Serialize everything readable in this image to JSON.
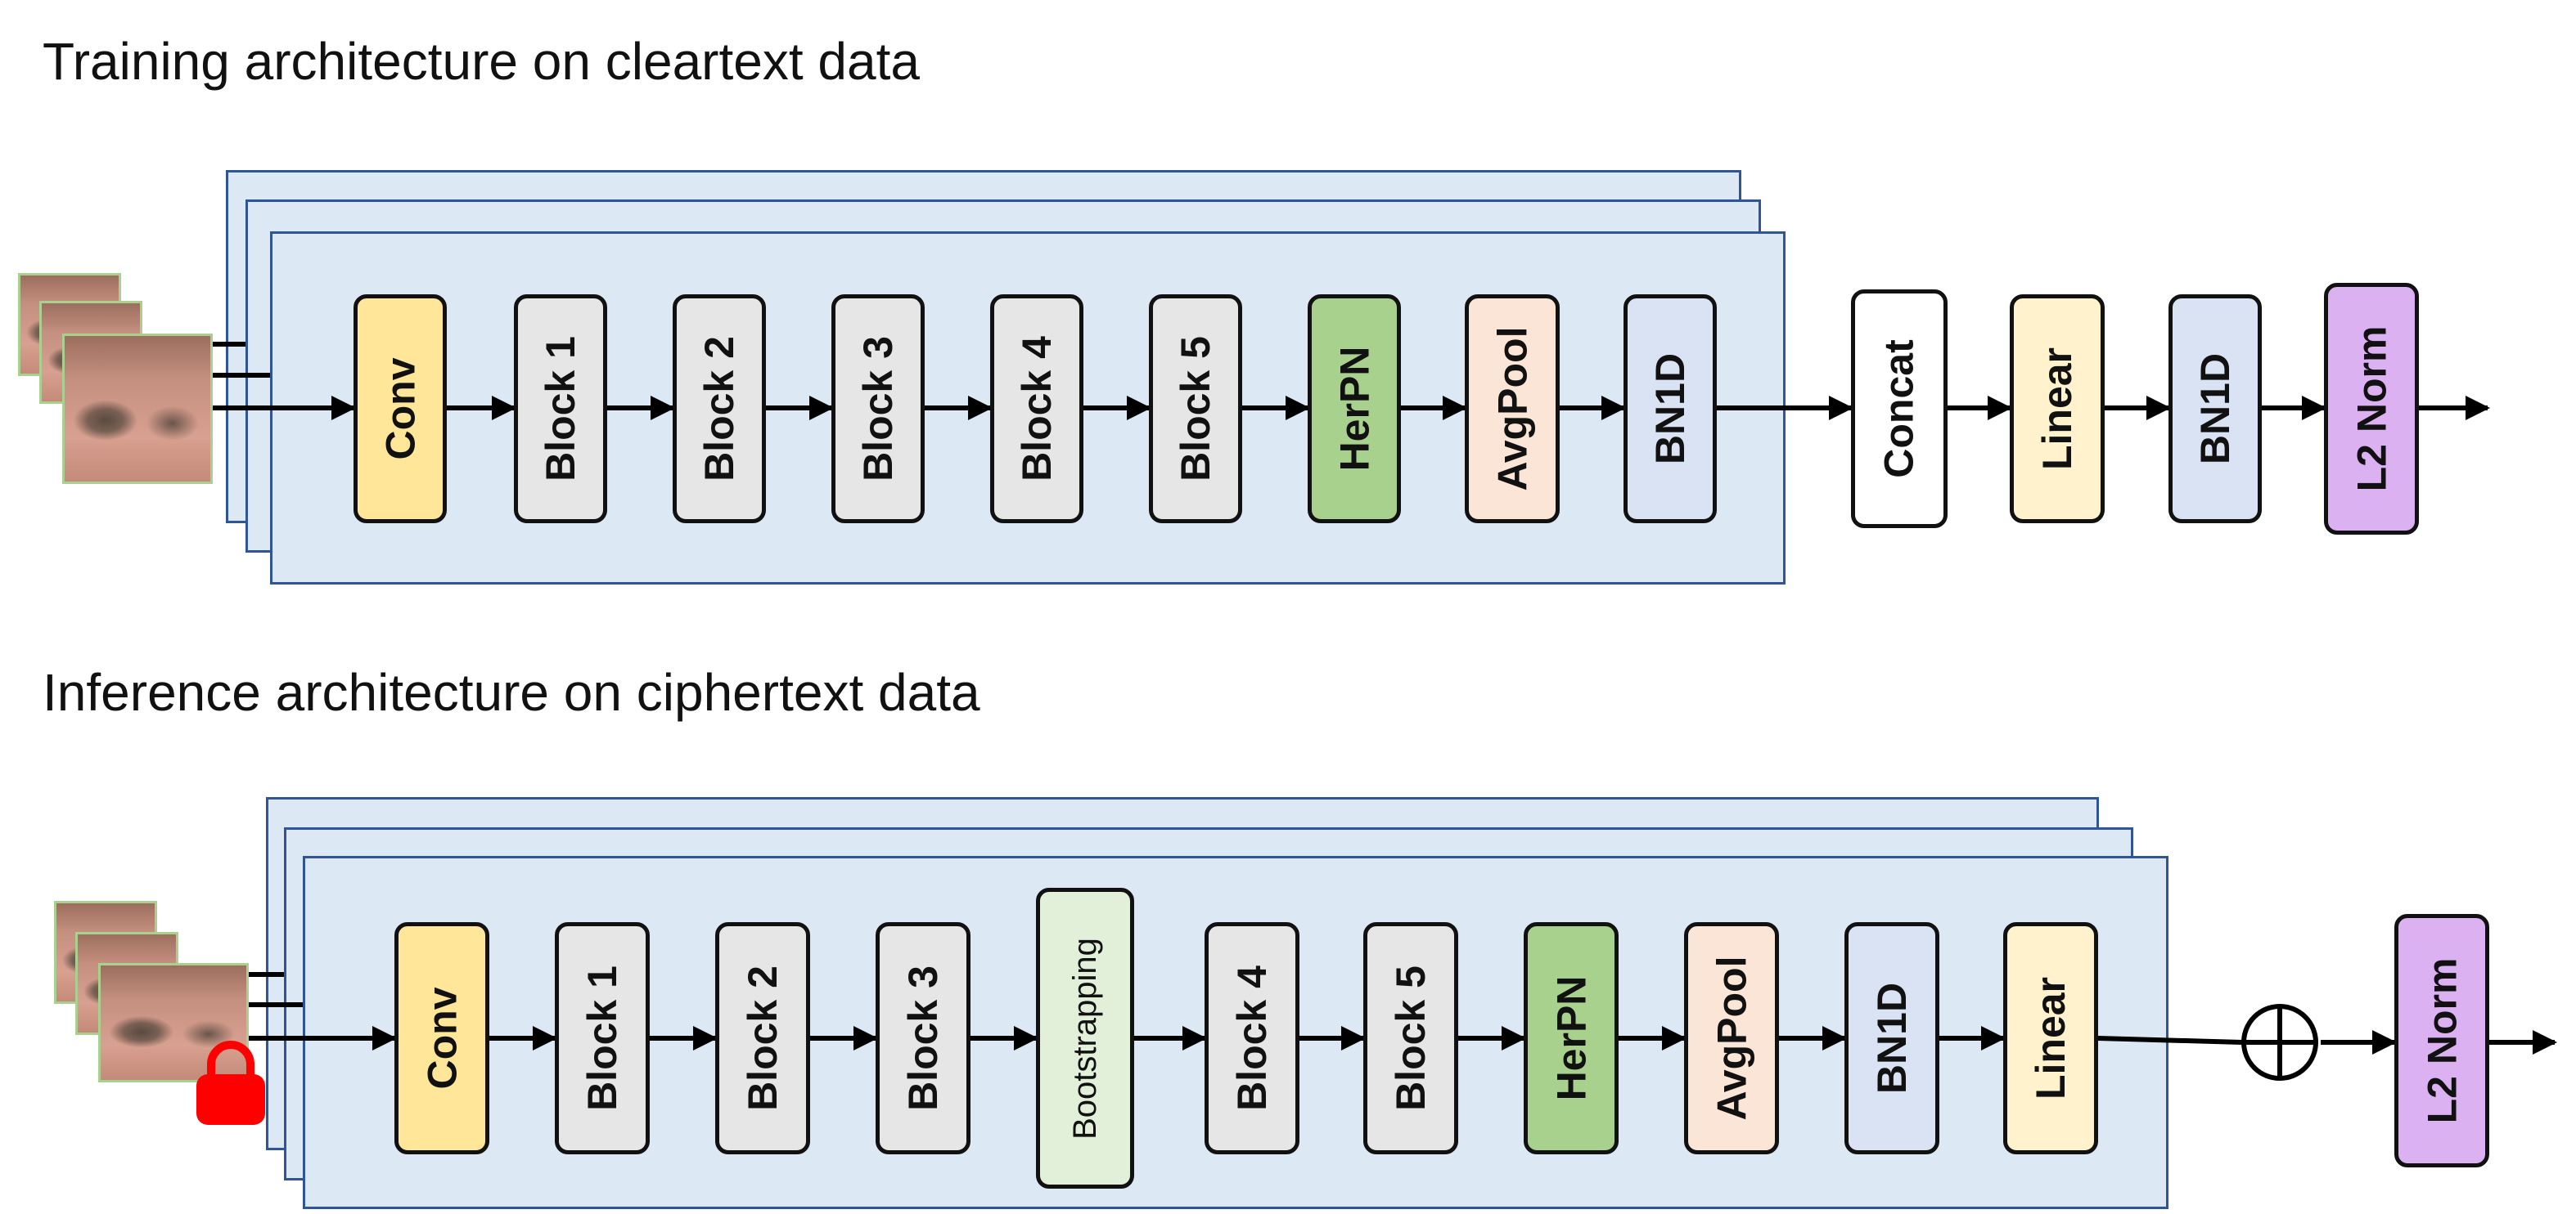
{
  "titles": {
    "training": "Training architecture on cleartext data",
    "inference": "Inference architecture on ciphertext data"
  },
  "training": {
    "blocks": [
      {
        "id": "conv",
        "label": "Conv",
        "color": "#ffe699"
      },
      {
        "id": "block1",
        "label": "Block 1",
        "color": "#e7e6e6"
      },
      {
        "id": "block2",
        "label": "Block 2",
        "color": "#e7e6e6"
      },
      {
        "id": "block3",
        "label": "Block 3",
        "color": "#e7e6e6"
      },
      {
        "id": "block4",
        "label": "Block 4",
        "color": "#e7e6e6"
      },
      {
        "id": "block5",
        "label": "Block 5",
        "color": "#e7e6e6"
      },
      {
        "id": "herpn",
        "label": "HerPN",
        "color": "#a9d18e"
      },
      {
        "id": "avgpool",
        "label": "AvgPool",
        "color": "#fbe5d6"
      },
      {
        "id": "bn1d",
        "label": "BN1D",
        "color": "#dae3f3"
      },
      {
        "id": "concat",
        "label": "Concat",
        "color": "#ffffff"
      },
      {
        "id": "linear",
        "label": "Linear",
        "color": "#fff2cc"
      },
      {
        "id": "bn1d2",
        "label": "BN1D",
        "color": "#dae3f3"
      },
      {
        "id": "l2norm",
        "label": "L2 Norm",
        "color": "#dcb1f2"
      }
    ]
  },
  "inference": {
    "blocks": [
      {
        "id": "conv",
        "label": "Conv",
        "color": "#ffe699"
      },
      {
        "id": "block1",
        "label": "Block 1",
        "color": "#e7e6e6"
      },
      {
        "id": "block2",
        "label": "Block 2",
        "color": "#e7e6e6"
      },
      {
        "id": "block3",
        "label": "Block 3",
        "color": "#e7e6e6"
      },
      {
        "id": "bootstrapping",
        "label": "Bootstrapping",
        "color": "#e2f0d9"
      },
      {
        "id": "block4",
        "label": "Block 4",
        "color": "#e7e6e6"
      },
      {
        "id": "block5",
        "label": "Block 5",
        "color": "#e7e6e6"
      },
      {
        "id": "herpn",
        "label": "HerPN",
        "color": "#a9d18e"
      },
      {
        "id": "avgpool",
        "label": "AvgPool",
        "color": "#fbe5d6"
      },
      {
        "id": "bn1d",
        "label": "BN1D",
        "color": "#dae3f3"
      },
      {
        "id": "linear",
        "label": "Linear",
        "color": "#fff2cc"
      },
      {
        "id": "l2norm",
        "label": "L2 Norm",
        "color": "#dcb1f2"
      }
    ],
    "sum_symbol": "circle-plus-icon",
    "lock_icon": "padlock-icon",
    "lock_color": "#ff0000"
  },
  "colors": {
    "stack_fill": "#dde8f5",
    "stack_border": "#2f5597",
    "face_border": "#a9d08e"
  }
}
